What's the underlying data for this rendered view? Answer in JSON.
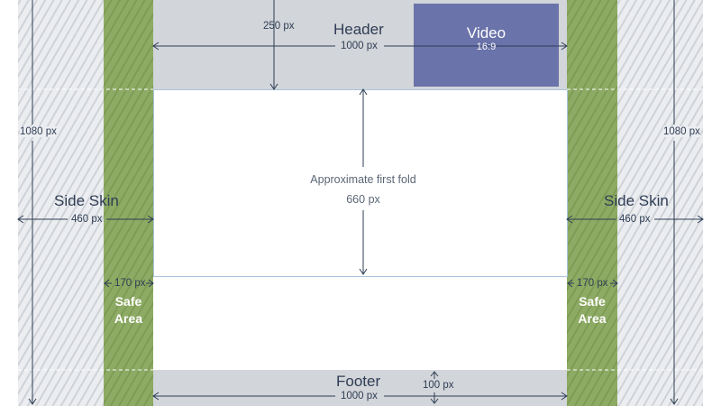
{
  "header": {
    "title": "Header",
    "height": "250 px",
    "width": "1000 px"
  },
  "video": {
    "title": "Video",
    "ratio": "16:9",
    "color": "#6a73aa"
  },
  "first_fold": {
    "label": "Approximate first fold",
    "height": "660 px"
  },
  "footer": {
    "title": "Footer",
    "width": "1000 px",
    "height": "100 px"
  },
  "side_skin_left": {
    "title": "Side Skin",
    "width": "460 px",
    "height": "1080 px"
  },
  "side_skin_right": {
    "title": "Side Skin",
    "width": "460 px",
    "height": "1080 px"
  },
  "safe_area_left": {
    "line1": "Safe",
    "line2": "Area",
    "width": "170 px",
    "color": "#8ba862"
  },
  "safe_area_right": {
    "line1": "Safe",
    "line2": "Area",
    "width": "170 px",
    "color": "#8ba862"
  }
}
